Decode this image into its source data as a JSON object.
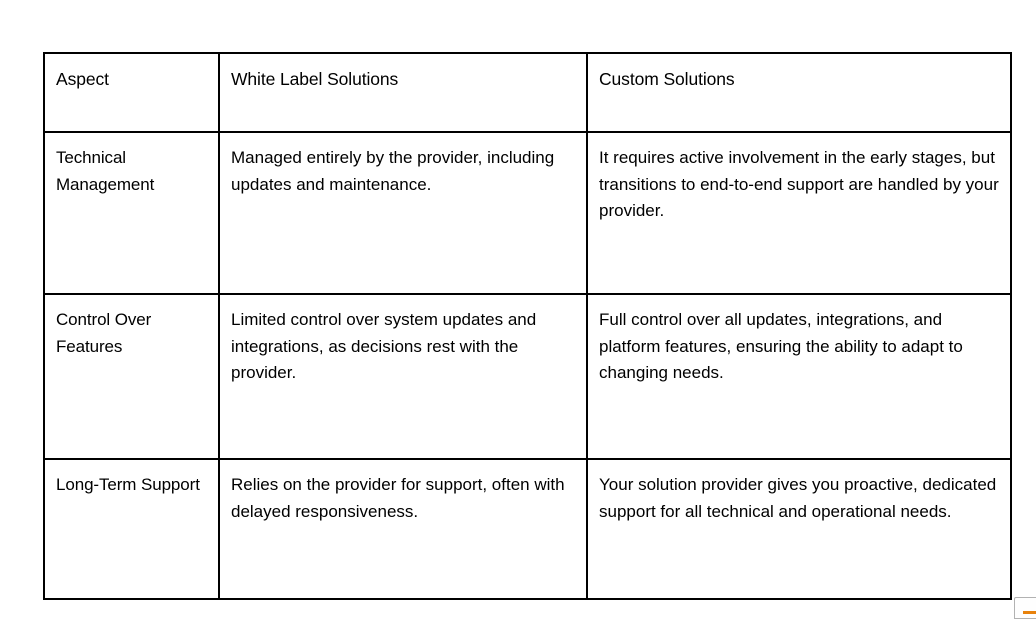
{
  "table": {
    "columns": [
      {
        "key": "aspect",
        "header": "Aspect"
      },
      {
        "key": "white_label",
        "header": "White Label Solutions"
      },
      {
        "key": "custom",
        "header": "Custom Solutions"
      }
    ],
    "rows": [
      {
        "aspect": "Technical Management",
        "white_label": "Managed entirely by the provider, including updates and maintenance.",
        "custom": "It requires active involvement in the early stages, but transitions to end-to-end support are handled by your provider."
      },
      {
        "aspect": "Control Over Features",
        "white_label": "Limited control over system updates and integrations, as decisions rest with the provider.",
        "custom": "Full control over all updates, integrations, and platform features, ensuring the ability to adapt to changing needs."
      },
      {
        "aspect": "Long-Term Support",
        "white_label": "Relies on the provider for support, often with delayed responsiveness.",
        "custom": "Your solution provider gives you proactive, dedicated support for all technical and operational needs."
      }
    ]
  },
  "colors": {
    "border": "#000000",
    "text": "#000000",
    "background": "#ffffff",
    "widget_accent": "#e8820c",
    "widget_border": "#b2b2b2"
  }
}
